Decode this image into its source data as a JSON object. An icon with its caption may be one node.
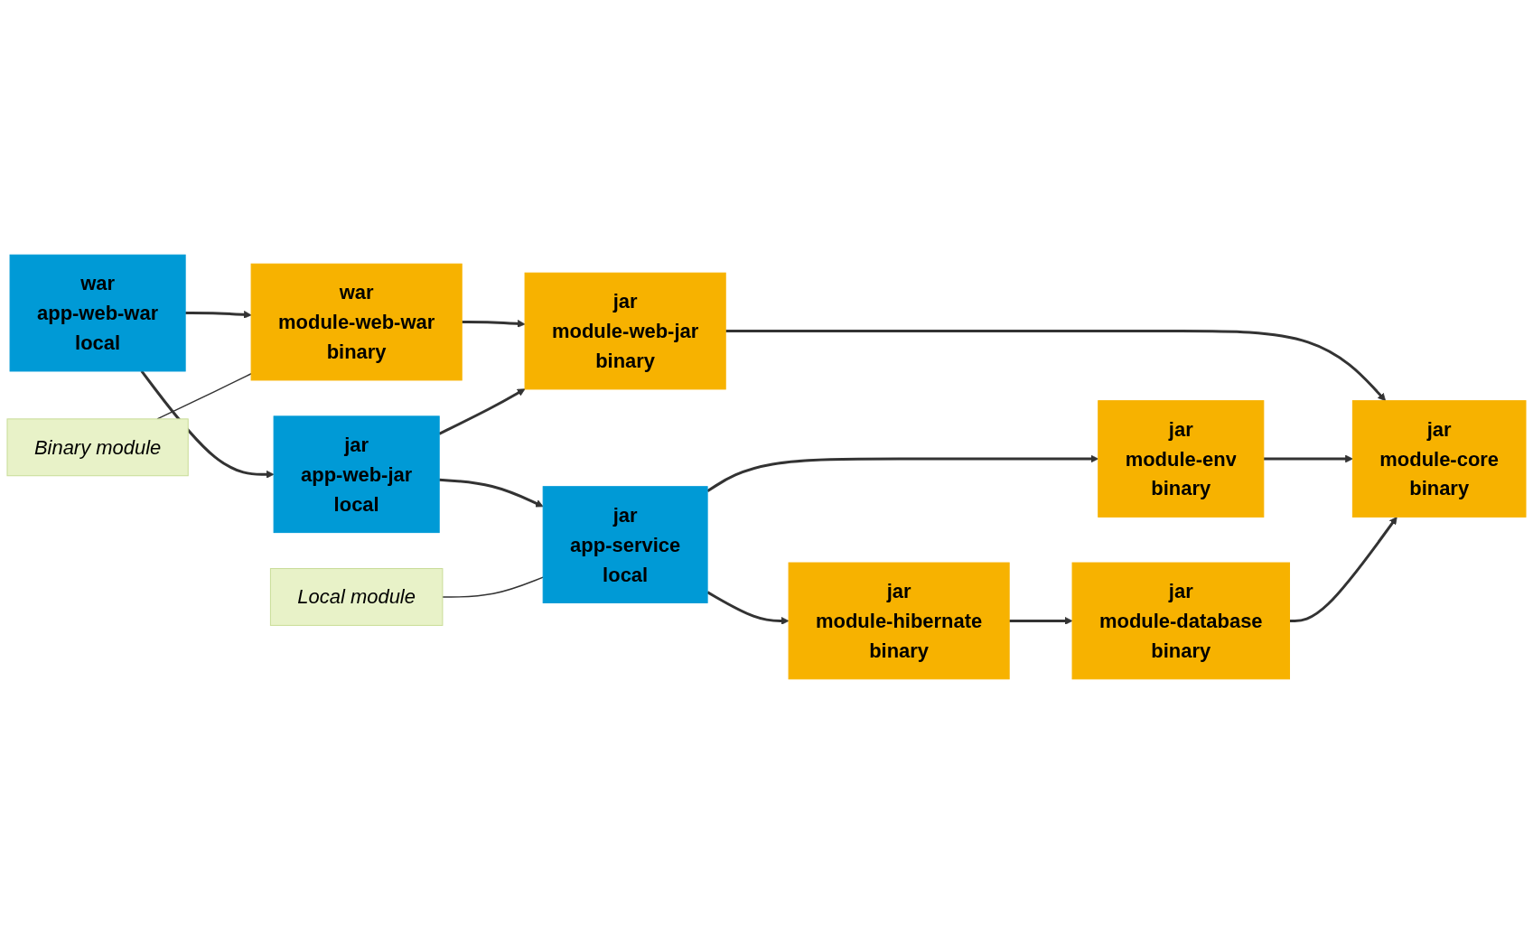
{
  "diagram": {
    "nodes": [
      {
        "text": [
          "war",
          "app-web-war",
          "local"
        ]
      },
      {
        "text": [
          "war",
          "module-web-war",
          "binary"
        ]
      },
      {
        "text": [
          "Binary module"
        ]
      },
      {
        "text": [
          "jar",
          "app-web-jar",
          "local"
        ]
      },
      {
        "text": [
          "jar",
          "module-web-jar",
          "binary"
        ]
      },
      {
        "text": [
          "jar",
          "app-service",
          "local"
        ]
      },
      {
        "text": [
          "jar",
          "module-env",
          "binary"
        ]
      },
      {
        "text": [
          "jar",
          "module-hibernate",
          "binary"
        ]
      },
      {
        "text": [
          "Local module"
        ]
      },
      {
        "text": [
          "jar",
          "module-database",
          "binary"
        ]
      },
      {
        "text": [
          "jar",
          "module-core",
          "binary"
        ]
      }
    ],
    "edges": [
      {
        "from": 0,
        "to": 1,
        "arrow": "to"
      },
      {
        "from": 0,
        "to": 3,
        "arrow": "to"
      },
      {
        "from": 1,
        "to": 4,
        "arrow": "to"
      },
      {
        "from": 2,
        "to": 1,
        "arrow": "none"
      },
      {
        "from": 3,
        "to": 4,
        "arrow": "to"
      },
      {
        "from": 3,
        "to": 5,
        "arrow": "to"
      },
      {
        "from": 4,
        "to": 10,
        "arrow": "to"
      },
      {
        "from": 5,
        "to": 6,
        "arrow": "to"
      },
      {
        "from": 5,
        "to": 7,
        "arrow": "to"
      },
      {
        "from": 6,
        "to": 10,
        "arrow": "to"
      },
      {
        "from": 7,
        "to": 9,
        "arrow": "to"
      },
      {
        "from": 8,
        "to": 5,
        "arrow": "none"
      },
      {
        "from": 9,
        "to": 10,
        "arrow": "to"
      }
    ]
  }
}
